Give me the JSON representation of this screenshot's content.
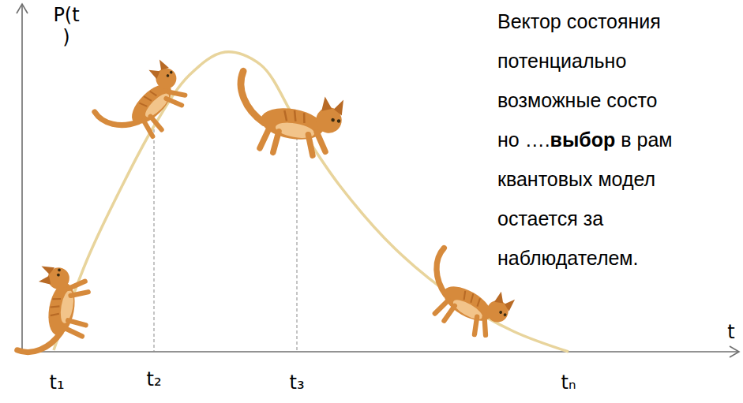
{
  "diagram": {
    "labels": [
      "P(t )",
      "Вектор состояния",
      "потенциально",
      "возможные состо",
      "но ….",
      "выбор",
      "в рам",
      "квантовых модел",
      "остается за",
      "наблюдателем.",
      "t",
      "t₁",
      "t₂",
      "t₃",
      "tₙ"
    ]
  }
}
